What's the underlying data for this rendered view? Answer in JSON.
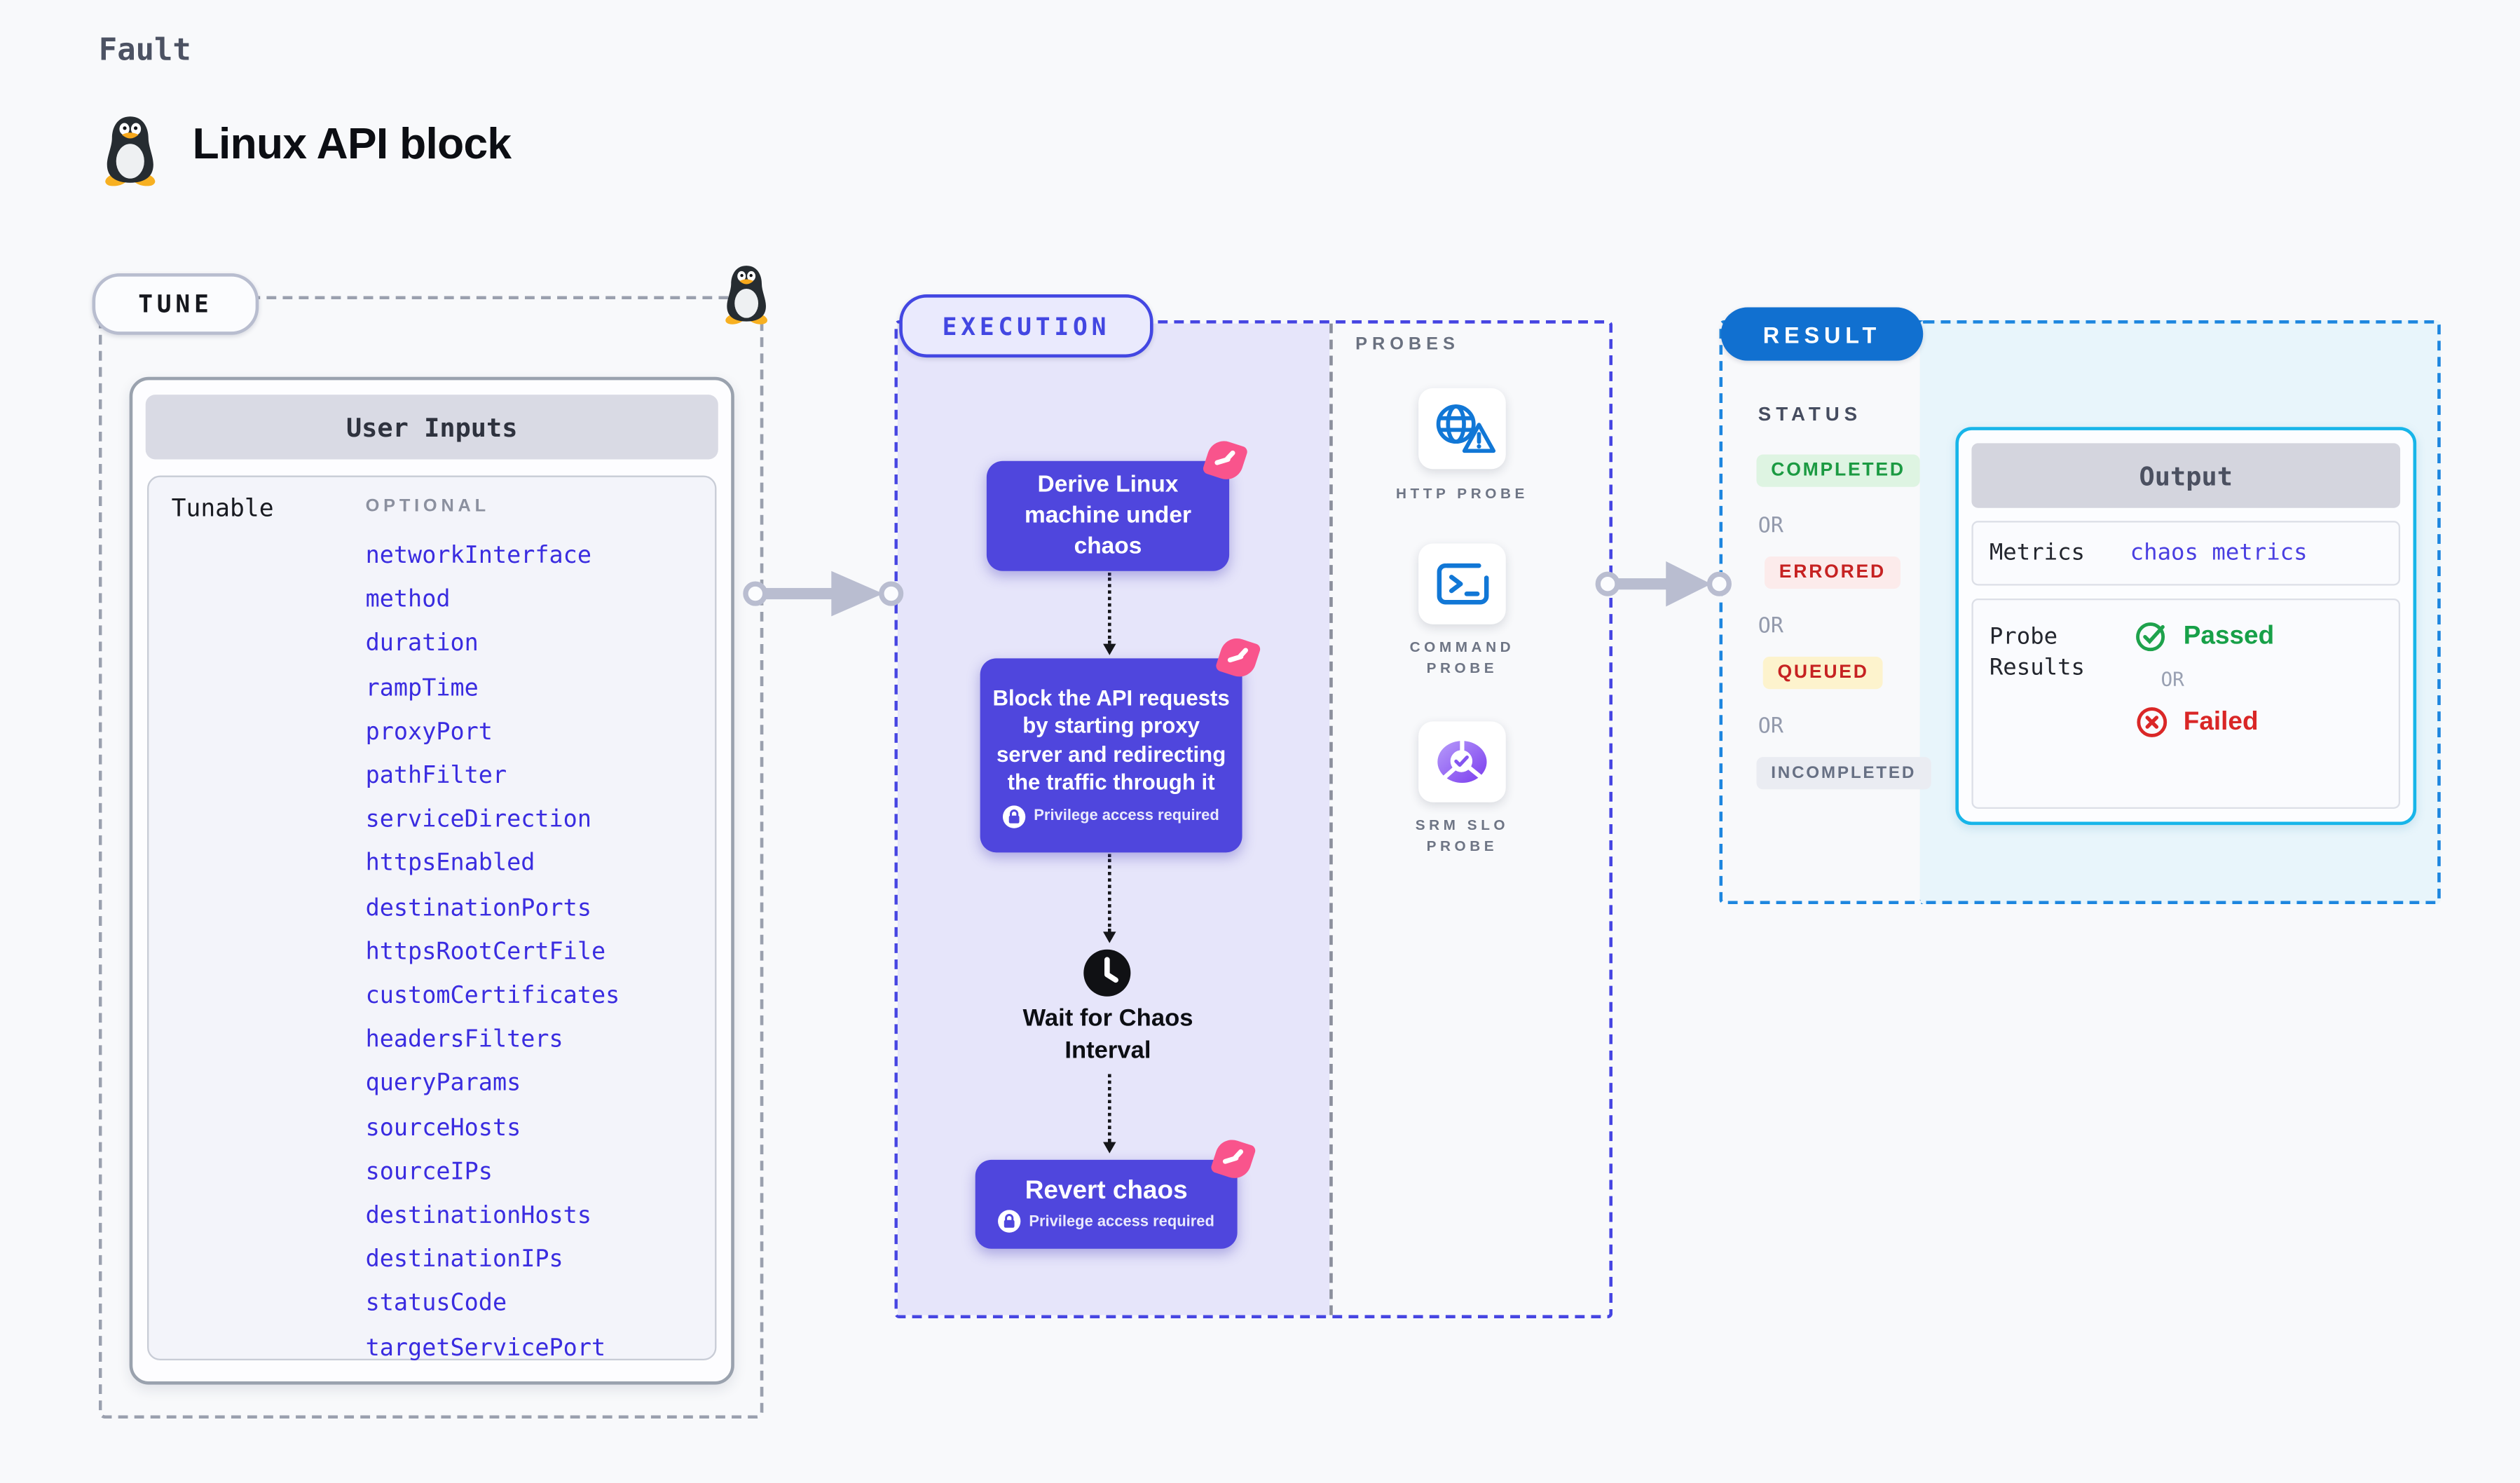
{
  "header": {
    "fault_label": "Fault",
    "title": "Linux API block",
    "title_icon": "tux-penguin-icon"
  },
  "tune": {
    "pill_label": "TUNE",
    "card_title": "User Inputs",
    "row_label": "Tunable",
    "column_label": "OPTIONAL",
    "params": [
      "networkInterface",
      "method",
      "duration",
      "rampTime",
      "proxyPort",
      "pathFilter",
      "serviceDirection",
      "httpsEnabled",
      "destinationPorts",
      "httpsRootCertFile",
      "customCertificates",
      "headersFilters",
      "queryParams",
      "sourceHosts",
      "sourceIPs",
      "destinationHosts",
      "destinationIPs",
      "statusCode",
      "targetServicePort"
    ]
  },
  "execution": {
    "pill_label": "EXECUTION",
    "step1": "Derive Linux machine under chaos",
    "step2": "Block the API requests by starting proxy server and redirecting the traffic through it",
    "wait_label": "Wait for Chaos Interval",
    "step3": "Revert chaos",
    "privilege_label": "Privilege access required"
  },
  "probes": {
    "section_label": "PROBES",
    "items": [
      {
        "label": "HTTP PROBE",
        "icon": "globe-warning-icon"
      },
      {
        "label": "COMMAND PROBE",
        "icon": "terminal-icon"
      },
      {
        "label": "SRM SLO PROBE",
        "icon": "slo-pie-check-icon"
      }
    ]
  },
  "result": {
    "pill_label": "RESULT",
    "status_label": "STATUS",
    "or_label": "OR",
    "statuses": [
      {
        "label": "COMPLETED",
        "type": "completed"
      },
      {
        "label": "ERRORED",
        "type": "errored"
      },
      {
        "label": "QUEUED",
        "type": "queued"
      },
      {
        "label": "INCOMPLETED",
        "type": "incompleted"
      }
    ],
    "output": {
      "title": "Output",
      "metrics_label": "Metrics",
      "metrics_value": "chaos metrics",
      "probe_results_label": "Probe Results",
      "passed_label": "Passed",
      "failed_label": "Failed"
    }
  },
  "colors": {
    "accent_indigo": "#4f46dd",
    "dashed_indigo": "#4645e2",
    "litmus_pink": "#f9548c",
    "probe_blue": "#1177d6",
    "srm_purple": "#7c3aed",
    "result_blue": "#1170d0",
    "result_dashed_blue": "#1d86df",
    "output_border_cyan": "#17b5e9",
    "passed_green": "#17a048",
    "failed_red": "#d92626",
    "completed_green": "#1b9a42",
    "param_link_blue": "#3a2ce0"
  }
}
